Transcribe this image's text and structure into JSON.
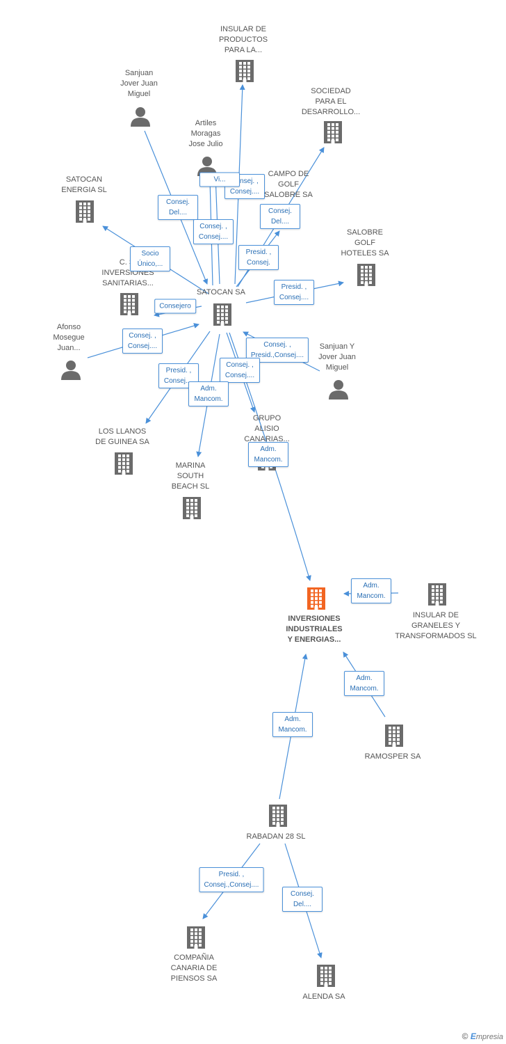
{
  "colors": {
    "edge": "#4a90d9",
    "icon": "#6b6b6b",
    "focus_icon": "#f26522",
    "label": "#555555",
    "edge_text": "#2a6fb5"
  },
  "nodes": [
    {
      "id": "insular_prod",
      "label": "INSULAR DE\nPRODUCTOS\nPARA LA...",
      "kind": "company"
    },
    {
      "id": "sanjuan_jjm",
      "label": "Sanjuan\nJover Juan\nMiguel",
      "kind": "person"
    },
    {
      "id": "sociedad",
      "label": "SOCIEDAD\nPARA EL\nDESARROLLO...",
      "kind": "company"
    },
    {
      "id": "artiles",
      "label": "Artiles\nMoragas\nJose Julio",
      "kind": "person"
    },
    {
      "id": "satocan_energia",
      "label": "SATOCAN\nENERGIA  SL",
      "kind": "company"
    },
    {
      "id": "campo_golf",
      "label": "CAMPO DE\nGOLF\nSALOBRE SA",
      "kind": "company"
    },
    {
      "id": "salobre_golf",
      "label": "SALOBRE\nGOLF\nHOTELES SA",
      "kind": "company"
    },
    {
      "id": "cs_inversiones",
      "label": "C. S.\nINVERSIONES\nSANITARIAS...",
      "kind": "company"
    },
    {
      "id": "satocan",
      "label": "SATOCAN SA",
      "kind": "company"
    },
    {
      "id": "afonso",
      "label": "Afonso\nMosegue\nJuan...",
      "kind": "person"
    },
    {
      "id": "sanjuan_y",
      "label": "Sanjuan Y\nJover Juan\nMiguel",
      "kind": "person"
    },
    {
      "id": "los_llanos",
      "label": "LOS LLANOS\nDE GUINEA SA",
      "kind": "company"
    },
    {
      "id": "grupo_alisio",
      "label": "GRUPO\nALISIO\nCANARIAS...",
      "kind": "company"
    },
    {
      "id": "marina_south",
      "label": "MARINA\nSOUTH\nBEACH  SL",
      "kind": "company"
    },
    {
      "id": "inversiones",
      "label": "INVERSIONES\nINDUSTRIALES\nY ENERGIAS...",
      "kind": "focus"
    },
    {
      "id": "insular_gran",
      "label": "INSULAR DE\nGRANELES Y\nTRANSFORMADOS SL",
      "kind": "company"
    },
    {
      "id": "ramosper",
      "label": "RAMOSPER SA",
      "kind": "company"
    },
    {
      "id": "rabadan",
      "label": "RABADAN 28 SL",
      "kind": "company"
    },
    {
      "id": "compania",
      "label": "COMPAÑIA\nCANARIA DE\nPIENSOS SA",
      "kind": "company"
    },
    {
      "id": "alenda",
      "label": "ALENDA SA",
      "kind": "company"
    }
  ],
  "edges": [
    {
      "from": "satocan",
      "to": "insular_prod",
      "label": "Consej. ,\nConsej...."
    },
    {
      "from": "sanjuan_jjm",
      "to": "satocan",
      "label": "Consej.\nDel...."
    },
    {
      "from": "artiles",
      "to": "satocan",
      "label": "Consej. ,\nConsej...."
    },
    {
      "from": "artiles",
      "to": "satocan",
      "label": "Vi..."
    },
    {
      "from": "satocan",
      "to": "sociedad",
      "label": "Consej.\nDel...."
    },
    {
      "from": "satocan",
      "to": "campo_golf",
      "label": "Presid. ,\nConsej."
    },
    {
      "from": "satocan",
      "to": "satocan_energia",
      "label": "Socio\nÚnico,..."
    },
    {
      "from": "satocan",
      "to": "salobre_golf",
      "label": "Presid. ,\nConsej...."
    },
    {
      "from": "satocan",
      "to": "cs_inversiones",
      "label": "Consejero"
    },
    {
      "from": "afonso",
      "to": "satocan",
      "label": "Consej. ,\nConsej...."
    },
    {
      "from": "sanjuan_y",
      "to": "satocan",
      "label": "Consej. ,\nPresid.,Consej...."
    },
    {
      "from": "satocan",
      "to": "los_llanos",
      "label": "Presid. ,\nConsej...."
    },
    {
      "from": "satocan",
      "to": "grupo_alisio",
      "label": "Consej. ,\nConsej...."
    },
    {
      "from": "satocan",
      "to": "marina_south",
      "label": "Adm.\nMancom."
    },
    {
      "from": "satocan",
      "to": "inversiones",
      "label": "Adm.\nMancom."
    },
    {
      "from": "insular_gran",
      "to": "inversiones",
      "label": "Adm.\nMancom."
    },
    {
      "from": "ramosper",
      "to": "inversiones",
      "label": "Adm.\nMancom."
    },
    {
      "from": "rabadan",
      "to": "inversiones",
      "label": "Adm.\nMancom."
    },
    {
      "from": "rabadan",
      "to": "compania",
      "label": "Presid. ,\nConsej.,Consej...."
    },
    {
      "from": "rabadan",
      "to": "alenda",
      "label": "Consej.\nDel...."
    }
  ],
  "credit": {
    "symbol": "©",
    "brand_initial": "E",
    "brand_rest": "mpresia"
  }
}
